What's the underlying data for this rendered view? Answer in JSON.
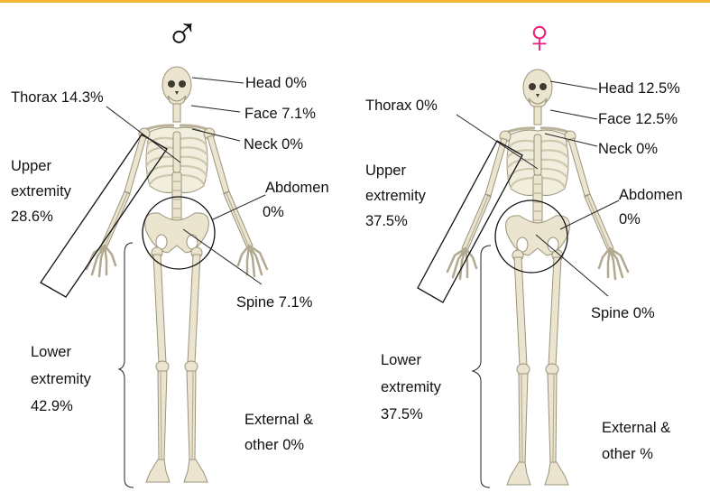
{
  "colors": {
    "accent_bar": "#f5b532",
    "female_symbol": "#e8247b",
    "male_symbol": "#111111"
  },
  "figures": [
    {
      "sex": "male",
      "symbol": "♂",
      "labels": {
        "head": "Head 0%",
        "face": "Face 7.1%",
        "neck": "Neck 0%",
        "thorax": "Thorax 14.3%",
        "abdomen_1": "Abdomen",
        "abdomen_2": "0%",
        "upper_1": "Upper",
        "upper_2": "extremity",
        "upper_3": "28.6%",
        "spine": "Spine 7.1%",
        "lower_1": "Lower",
        "lower_2": "extremity",
        "lower_3": "42.9%",
        "external_1": "External &",
        "external_2": "other 0%"
      }
    },
    {
      "sex": "female",
      "symbol": "♀",
      "labels": {
        "head": "Head 12.5%",
        "face": "Face 12.5%",
        "neck": "Neck 0%",
        "thorax": "Thorax 0%",
        "abdomen_1": "Abdomen",
        "abdomen_2": "0%",
        "upper_1": "Upper",
        "upper_2": "extremity",
        "upper_3": "37.5%",
        "spine": "Spine 0%",
        "lower_1": "Lower",
        "lower_2": "extremity",
        "lower_3": "37.5%",
        "external_1": "External &",
        "external_2": "other %"
      }
    }
  ]
}
